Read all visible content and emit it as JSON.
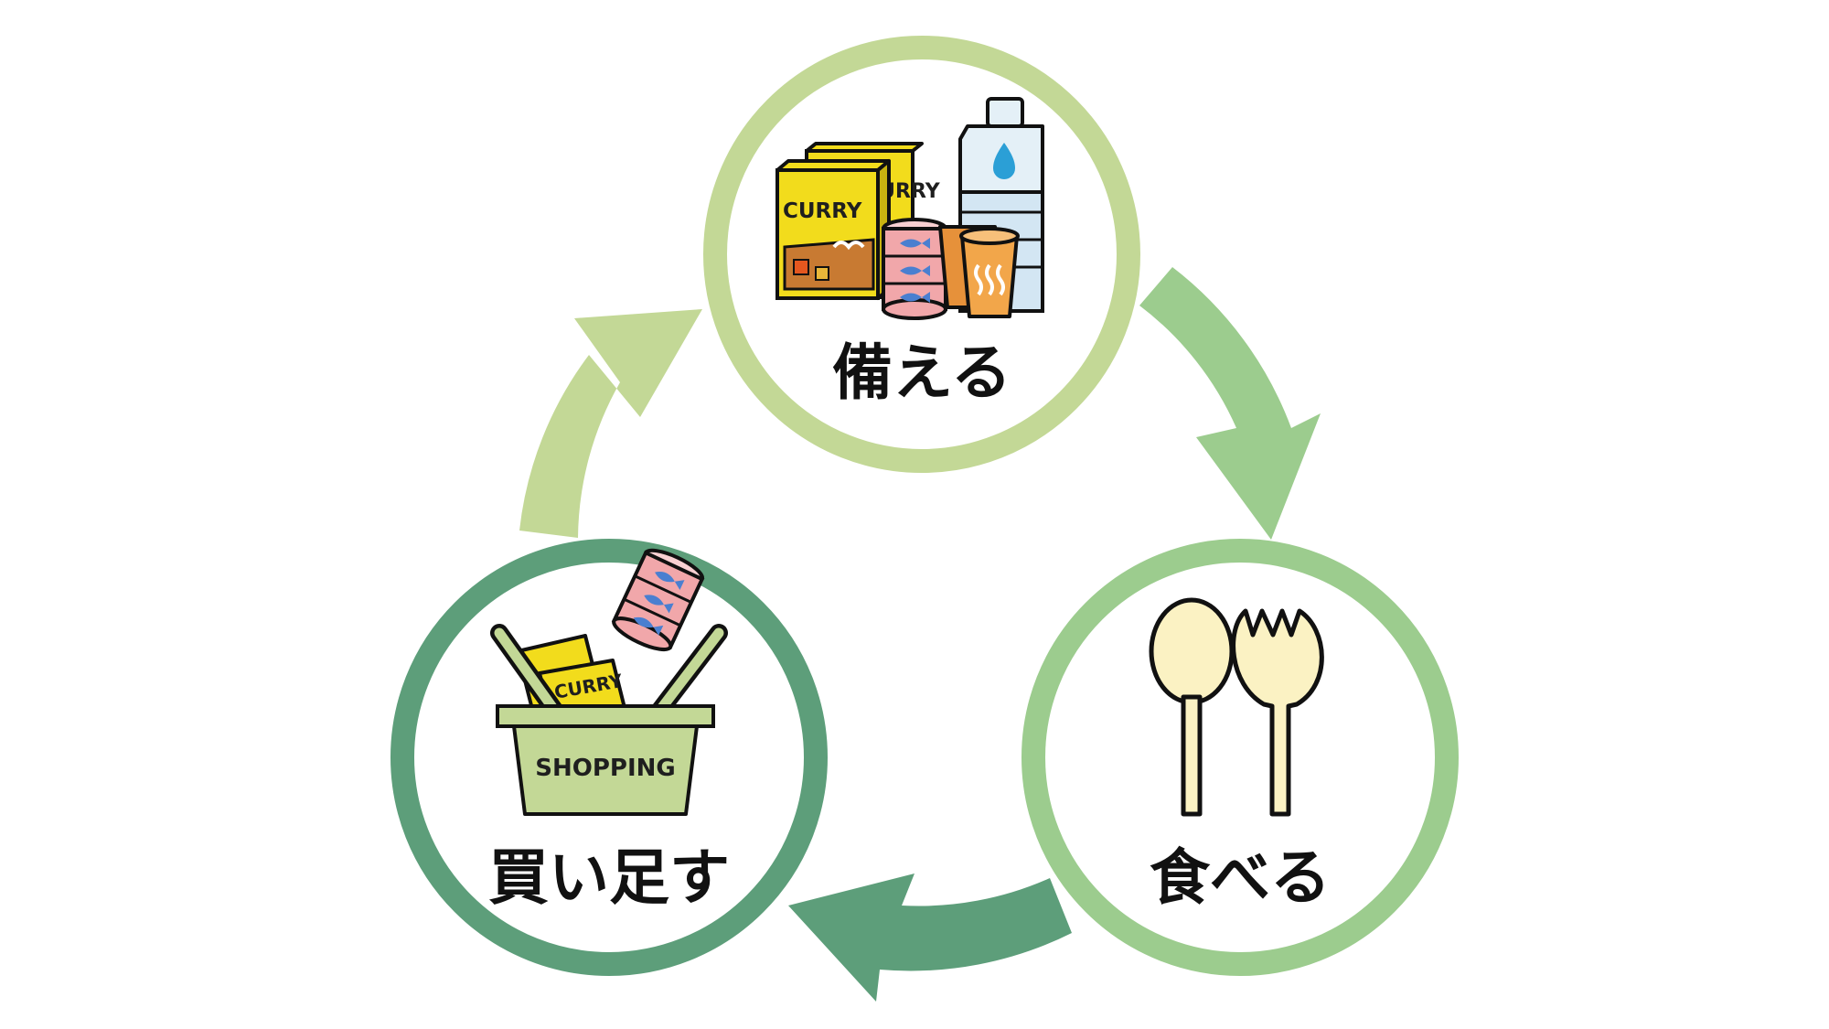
{
  "steps": [
    {
      "label": "備える",
      "icon": "emergency-food-supplies-icon"
    },
    {
      "label": "食べる",
      "icon": "spoon-and-fork-icon"
    },
    {
      "label": "買い足す",
      "icon": "shopping-basket-icon"
    }
  ],
  "packages": {
    "curry_front": "CURRY",
    "curry_back": "CURRY",
    "curry_basket": "CURRY",
    "basket": "SHOPPING"
  },
  "colors": {
    "prepare": "#c3d896",
    "eat": "#9ccc8e",
    "restock": "#5d9e7a",
    "curry_box": "#f2dc1c",
    "can": "#f1a7aa",
    "cup": "#f2a64a",
    "utensil": "#fbf2c3",
    "basket": "#c3d896"
  }
}
